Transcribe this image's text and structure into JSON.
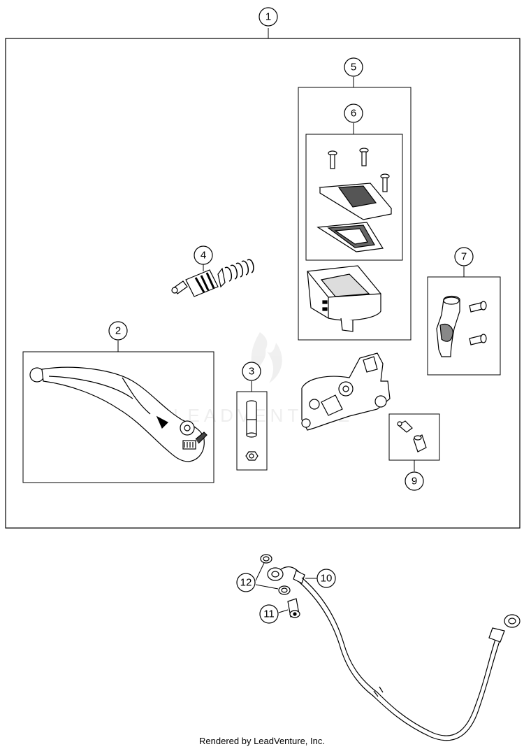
{
  "callouts": {
    "c1": "1",
    "c2": "2",
    "c3": "3",
    "c4": "4",
    "c5": "5",
    "c6": "6",
    "c7": "7",
    "c9": "9",
    "c10": "10",
    "c11": "11",
    "c12": "12"
  },
  "watermark": "LEADVENTURE",
  "footer": "Rendered by LeadVenture, Inc."
}
